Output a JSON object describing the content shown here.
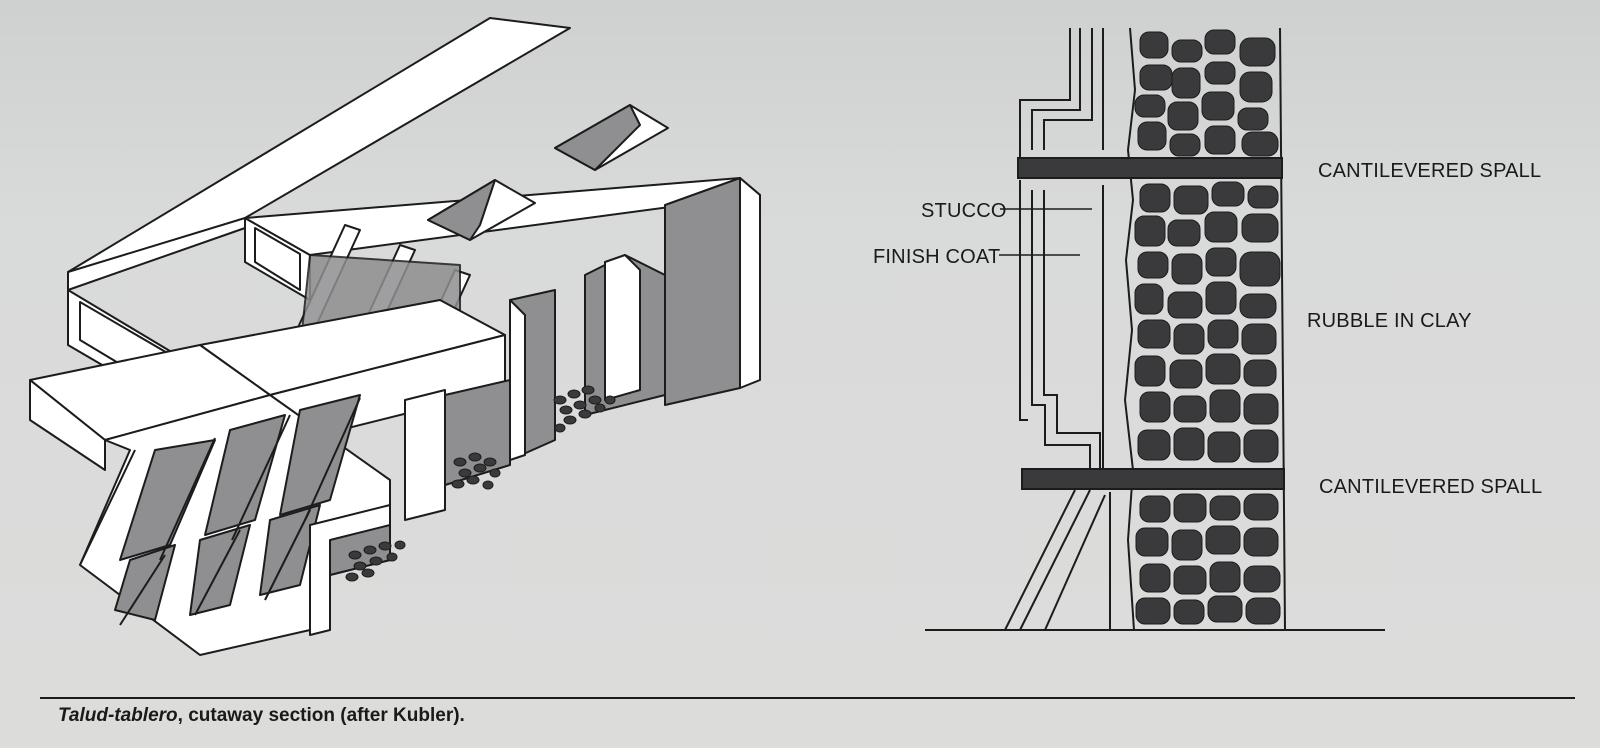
{
  "labels": {
    "stucco": "STUCCO",
    "finish_coat": "FINISH COAT",
    "spall_top": "CANTILEVERED SPALL",
    "rubble": "RUBBLE IN CLAY",
    "spall_bottom": "CANTILEVERED SPALL"
  },
  "caption": {
    "term": "Talud-tablero",
    "rest": ", cutaway section (after Kubler)."
  },
  "colors": {
    "paper": "#d8d9d9",
    "ink": "#1c1c1c",
    "stone": "#3a3a3c",
    "shade": "#8f8e90",
    "face": "#ffffff"
  }
}
